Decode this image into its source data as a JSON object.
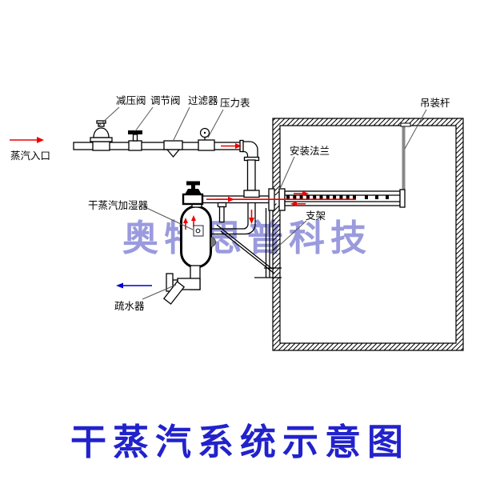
{
  "title": {
    "text": "干蒸汽系统示意图",
    "color": "#2222cc"
  },
  "watermark": {
    "text": "奥特思普科技",
    "color": "#9a9ade"
  },
  "labels": {
    "steam_inlet": "蒸汽入口",
    "pressure_reducing_valve": "减压阀",
    "regulating_valve": "调节阀",
    "filter": "过滤器",
    "pressure_gauge": "压力表",
    "hanging_rod": "吊装杆",
    "mounting_flange": "安装法兰",
    "bracket": "支架",
    "dry_steam_humidifier": "干蒸汽加湿器",
    "steam_trap": "疏水器"
  },
  "colors": {
    "steam_flow_arrow": "#ee0000",
    "condensate_flow_arrow": "#0000cc",
    "diagram_line": "#000000",
    "leader_line": "#555555",
    "hanging_rod": "#888888"
  }
}
